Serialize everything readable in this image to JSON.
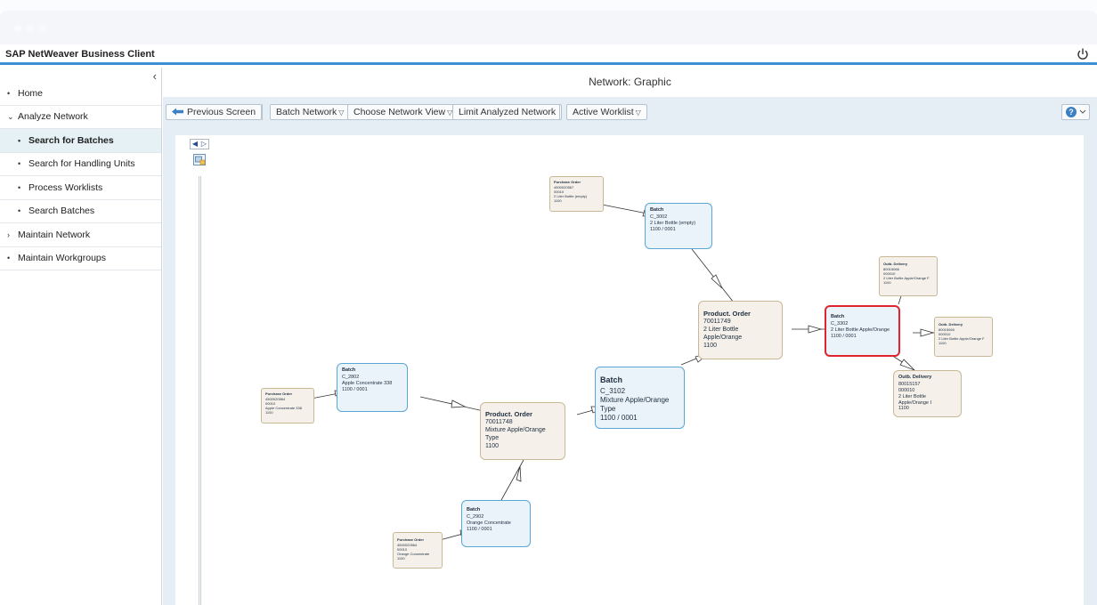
{
  "shell": {
    "title": "SAP NetWeaver Business Client"
  },
  "sidebar": {
    "collapse": "‹",
    "items": [
      {
        "label": "Home",
        "marker": "•"
      },
      {
        "label": "Analyze Network",
        "marker": "⌄"
      },
      {
        "label": "Search for Batches",
        "marker": "•",
        "active": true
      },
      {
        "label": "Search for Handling Units",
        "marker": "•"
      },
      {
        "label": "Process Worklists",
        "marker": "•"
      },
      {
        "label": "Search Batches",
        "marker": "•"
      },
      {
        "label": "Maintain Network",
        "marker": "›"
      },
      {
        "label": "Maintain Workgroups",
        "marker": "•"
      }
    ]
  },
  "page": {
    "title": "Network: Graphic"
  },
  "toolbar": {
    "previous_screen": "Previous Screen",
    "batch_network": "Batch Network",
    "choose_network_view": "Choose Network View",
    "limit_analyzed_network": "Limit Analyzed Network",
    "active_worklist": "Active Worklist"
  },
  "graph": {
    "nodes": {
      "po1": {
        "title": "Purchase Order",
        "lines": [
          "4500020567",
          "00010",
          "2 Liter Bottle (empty)",
          "1100"
        ]
      },
      "batch_c3002": {
        "title": "Batch",
        "lines": [
          "C_3002",
          "2 Liter Bottle (empty)",
          "1100 / 0001"
        ]
      },
      "po2": {
        "title": "Purchase Order",
        "lines": [
          "4500020564",
          "00010",
          "Apple Concentrate 338",
          "1100"
        ]
      },
      "batch_c2802": {
        "title": "Batch",
        "lines": [
          "C_2802",
          "Apple Concentrate 338",
          "1100 / 0001"
        ]
      },
      "prod_70011748": {
        "title": "Product. Order",
        "lines": [
          "70011748",
          "Mixture Apple/Orange Type",
          "1100"
        ]
      },
      "batch_c3102": {
        "title": "Batch",
        "lines": [
          "C_3102",
          "Mixture Apple/Orange Type",
          "1100 / 0001"
        ]
      },
      "prod_70011749": {
        "title": "Product. Order",
        "lines": [
          "70011749",
          "2 Liter Bottle Apple/Orange",
          "1100"
        ]
      },
      "batch_c3302": {
        "title": "Batch",
        "lines": [
          "C_3302",
          "2 Liter Bottle Apple/Orange",
          "1100 / 0001"
        ]
      },
      "del1": {
        "title": "Outb. Delivery",
        "lines": [
          "80015066",
          "000010",
          "2 Liter Bottle Apple/Orange F",
          "1100"
        ]
      },
      "del2": {
        "title": "Outb. Delivery",
        "lines": [
          "80015065",
          "000010",
          "2 Liter Bottle Apple/Orange F",
          "1100"
        ]
      },
      "del3": {
        "title": "Outb. Delivery",
        "lines": [
          "80015157",
          "000010",
          "2 Liter Bottle Apple/Orange I",
          "1100"
        ]
      },
      "batch_c2902": {
        "title": "Batch",
        "lines": [
          "C_2902",
          "Orange Concentrate",
          "1100 / 0001"
        ]
      },
      "po3": {
        "title": "Purchase Order",
        "lines": [
          "4500020564",
          "00010",
          "Orange Concentrate",
          "1100"
        ]
      }
    }
  }
}
